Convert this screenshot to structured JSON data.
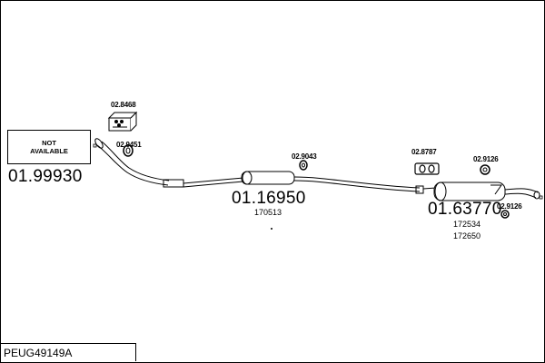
{
  "diagram": {
    "not_available": {
      "line1": "NOT",
      "line2": "AVAILABLE"
    },
    "parts": {
      "front_pipe": "01.99930",
      "middle_silencer": "01.16950",
      "middle_silencer_sub": "170513",
      "rear_silencer": "01.63770",
      "rear_silencer_sub1": "172534",
      "rear_silencer_sub2": "172650"
    },
    "accessories": {
      "kit_box": "02.8468",
      "gasket_front": "02.9451",
      "clamp_mid": "02.9043",
      "mount_rear": "02.8787",
      "ring_rear_top": "02.9126",
      "ring_rear_bottom": "02.9126"
    },
    "reference": "PEUG49149A"
  }
}
